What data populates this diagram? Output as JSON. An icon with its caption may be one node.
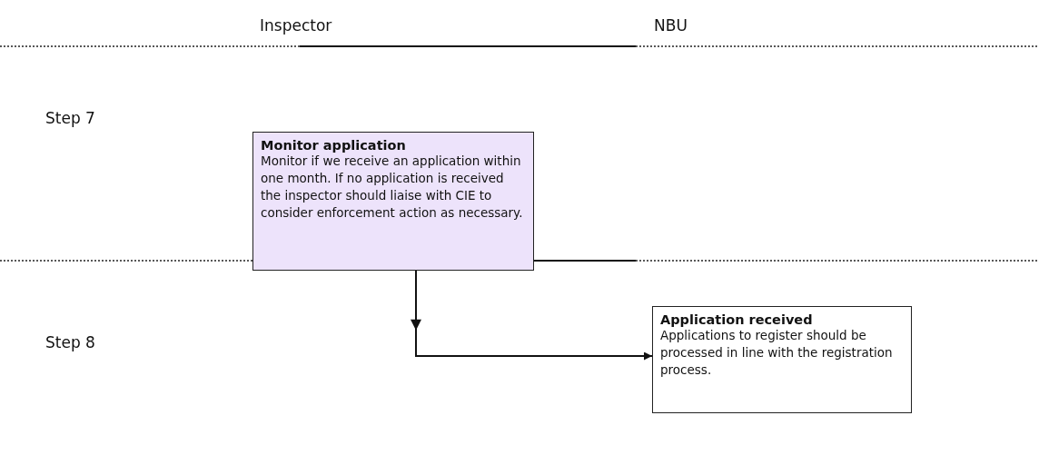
{
  "diagram": {
    "nodes": [
      {
        "text": [
          "Monitor application",
          "Monitor if we receive an application within one month. If no application is received the inspector should liaise with CIE to consider enforcement action as necessary."
        ]
      },
      {
        "text": [
          "Application received",
          "Applications to register should be processed in line with the registration process."
        ]
      }
    ],
    "edges": [
      {
        "from": 0,
        "to": 1,
        "arrow": "to"
      }
    ],
    "labels": [
      "Inspector",
      "NBU",
      "Step 7",
      "Step 8"
    ]
  }
}
